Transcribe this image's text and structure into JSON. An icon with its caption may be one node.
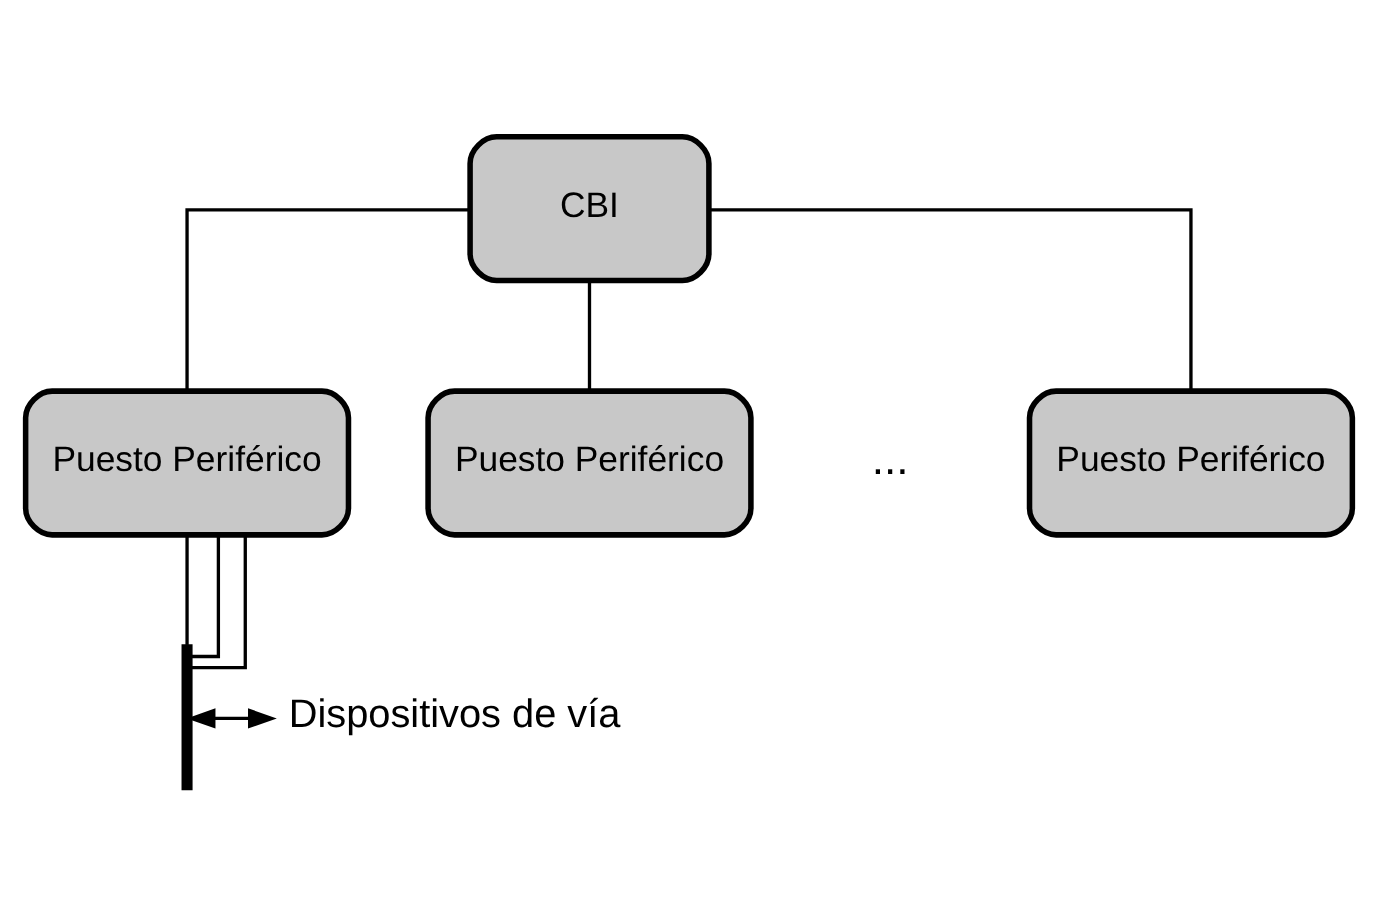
{
  "diagram": {
    "nodes": [
      {
        "text": [
          "CBI"
        ]
      },
      {
        "text": [
          "Puesto Periférico"
        ]
      },
      {
        "text": [
          "Puesto Periférico"
        ]
      },
      {
        "text": [
          "Puesto Periférico"
        ]
      },
      {
        "text": [],
        "shape": "brace"
      },
      {
        "text": [
          "Dispositivos de vía"
        ]
      }
    ],
    "edges": [
      {
        "from": 0,
        "to": 1,
        "arrow": "none"
      },
      {
        "from": 0,
        "to": 2,
        "arrow": "none"
      },
      {
        "from": 0,
        "to": 3,
        "arrow": "none"
      },
      {
        "from": 1,
        "to": 4,
        "arrow": "none"
      },
      {
        "from": 1,
        "to": 4,
        "arrow": "none"
      },
      {
        "from": 1,
        "to": 4,
        "arrow": "none"
      },
      {
        "from": 4,
        "to": 5,
        "arrow": "both"
      }
    ],
    "labels": [
      "..."
    ]
  }
}
